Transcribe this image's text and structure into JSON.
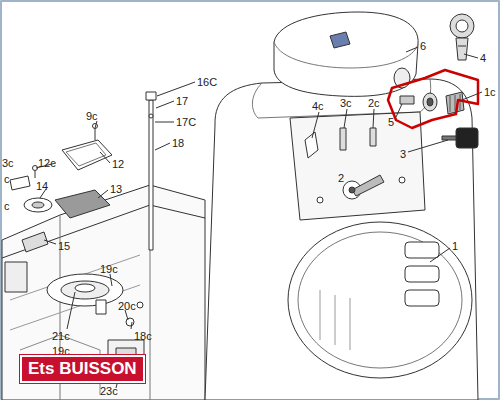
{
  "diagram": {
    "labels": [
      "16C",
      "17",
      "17C",
      "18",
      "9c",
      "3c",
      "12c",
      "12",
      "c",
      "14",
      "13",
      "c",
      "15",
      "19c",
      "20c",
      "18c",
      "21c",
      "19c",
      "23c",
      "6",
      "4",
      "1c",
      "4c",
      "3c",
      "2c",
      "5",
      "3",
      "2",
      "1",
      "Ets BUISSON"
    ]
  }
}
